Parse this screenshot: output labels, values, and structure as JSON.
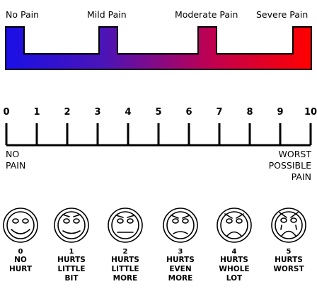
{
  "top_scale": {
    "labels": [
      "No Pain",
      "Mild Pain",
      "Moderate Pain",
      "Severe Pain"
    ],
    "gradient_colors": [
      "#1a10e6",
      "#4b14b8",
      "#c2004f",
      "#ff0000"
    ]
  },
  "numeric_scale": {
    "numbers": [
      "0",
      "1",
      "2",
      "3",
      "4",
      "5",
      "6",
      "7",
      "8",
      "9",
      "10"
    ],
    "left_label": [
      "NO",
      "PAIN"
    ],
    "right_label": [
      "WORST",
      "POSSIBLE",
      "PAIN"
    ]
  },
  "faces": [
    {
      "number": "0",
      "desc": [
        "NO",
        "HURT"
      ]
    },
    {
      "number": "1",
      "desc": [
        "HURTS",
        "LITTLE",
        "BIT"
      ]
    },
    {
      "number": "2",
      "desc": [
        "HURTS",
        "LITTLE",
        "MORE"
      ]
    },
    {
      "number": "3",
      "desc": [
        "HURTS",
        "EVEN",
        "MORE"
      ]
    },
    {
      "number": "4",
      "desc": [
        "HURTS",
        "WHOLE",
        "LOT"
      ]
    },
    {
      "number": "5",
      "desc": [
        "HURTS",
        "WORST"
      ]
    }
  ]
}
